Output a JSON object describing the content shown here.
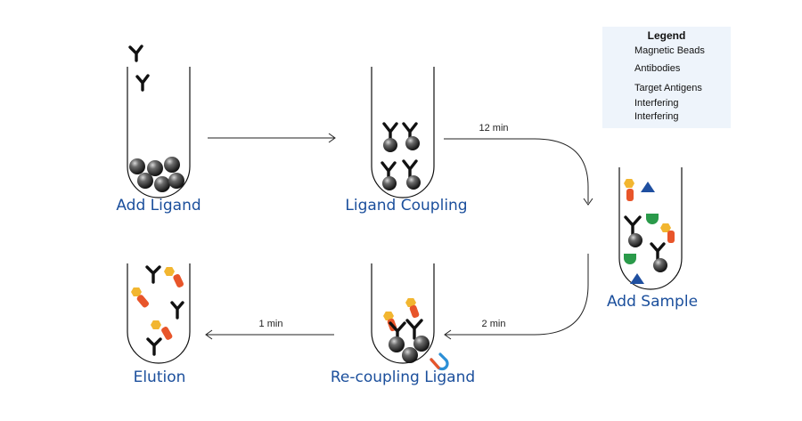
{
  "steps": {
    "add_ligand": "Add Ligand",
    "ligand_coupling": "Ligand Coupling",
    "add_sample": "Add Sample",
    "recoupling_ligand": "Re-coupling Ligand",
    "elution": "Elution"
  },
  "arrows": {
    "coupling_to_sample": "12 min",
    "sample_to_recoupling": "2 min",
    "recoupling_to_elution": "1 min"
  },
  "legend": {
    "title": "Legend",
    "items": [
      {
        "label": "Magnetic Beads",
        "icon": "bead-icon"
      },
      {
        "label": "Antibodies",
        "icon": "antibody-icon"
      },
      {
        "label": "Target Antigens",
        "icon": "antigen-icon"
      },
      {
        "label": "Interfering",
        "icon": "triangle-icon"
      },
      {
        "label": "Interfering",
        "icon": "half-disc-icon"
      }
    ]
  },
  "colors": {
    "step_label": "#1b4f9c",
    "bead": "#333333",
    "antigen_orange": "#e8552a",
    "antigen_yellow": "#f2b630",
    "triangle": "#1f4fa0",
    "half_disc": "#2a9a4a",
    "magnet_blue": "#2b8fd6",
    "magnet_red": "#e8552a",
    "legend_bg": "#eef4fb"
  }
}
